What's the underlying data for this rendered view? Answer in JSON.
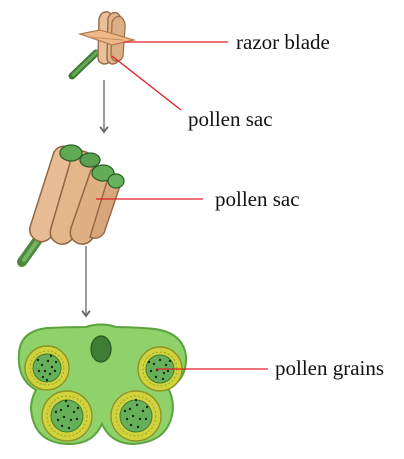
{
  "labels": {
    "razor_blade": "razor blade",
    "pollen_sac_top": "pollen sac",
    "pollen_sac_middle": "pollen sac",
    "pollen_grains": "pollen grains"
  },
  "colors": {
    "leader_line": "#e0202a",
    "arrow": "#666666",
    "stem": "#4a8a3a",
    "anther_tan": "#e6b98f",
    "anther_edge": "#9a6b45",
    "tissue_green": "#8fd16a",
    "tissue_edge": "#5ba33d",
    "sac_yellow": "#cfd23d",
    "sac_green": "#67b05a",
    "grain_dot": "#1c2a16"
  }
}
